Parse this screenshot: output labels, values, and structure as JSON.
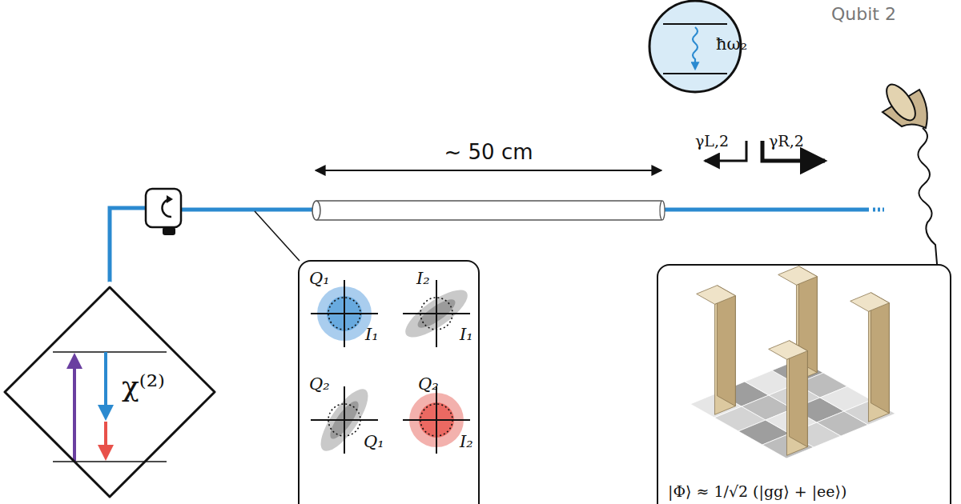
{
  "diagram": {
    "nodes": [
      {
        "text": [
          "Qubit 2",
          "ħω₂"
        ]
      },
      {
        "text": [
          "χ⁽²⁾"
        ]
      },
      {
        "text": [
          "Q₁",
          "I₁",
          "I₂",
          "I₁",
          "Q₂",
          "Q₁",
          "Q₂",
          "I₂"
        ]
      },
      {
        "text": [
          "|Φ⟩ ≈ 1/√2 (|gg⟩ + |ee⟩)"
        ]
      }
    ],
    "labels": [
      "~ 50 cm",
      "γL,2",
      "γR,2"
    ]
  }
}
